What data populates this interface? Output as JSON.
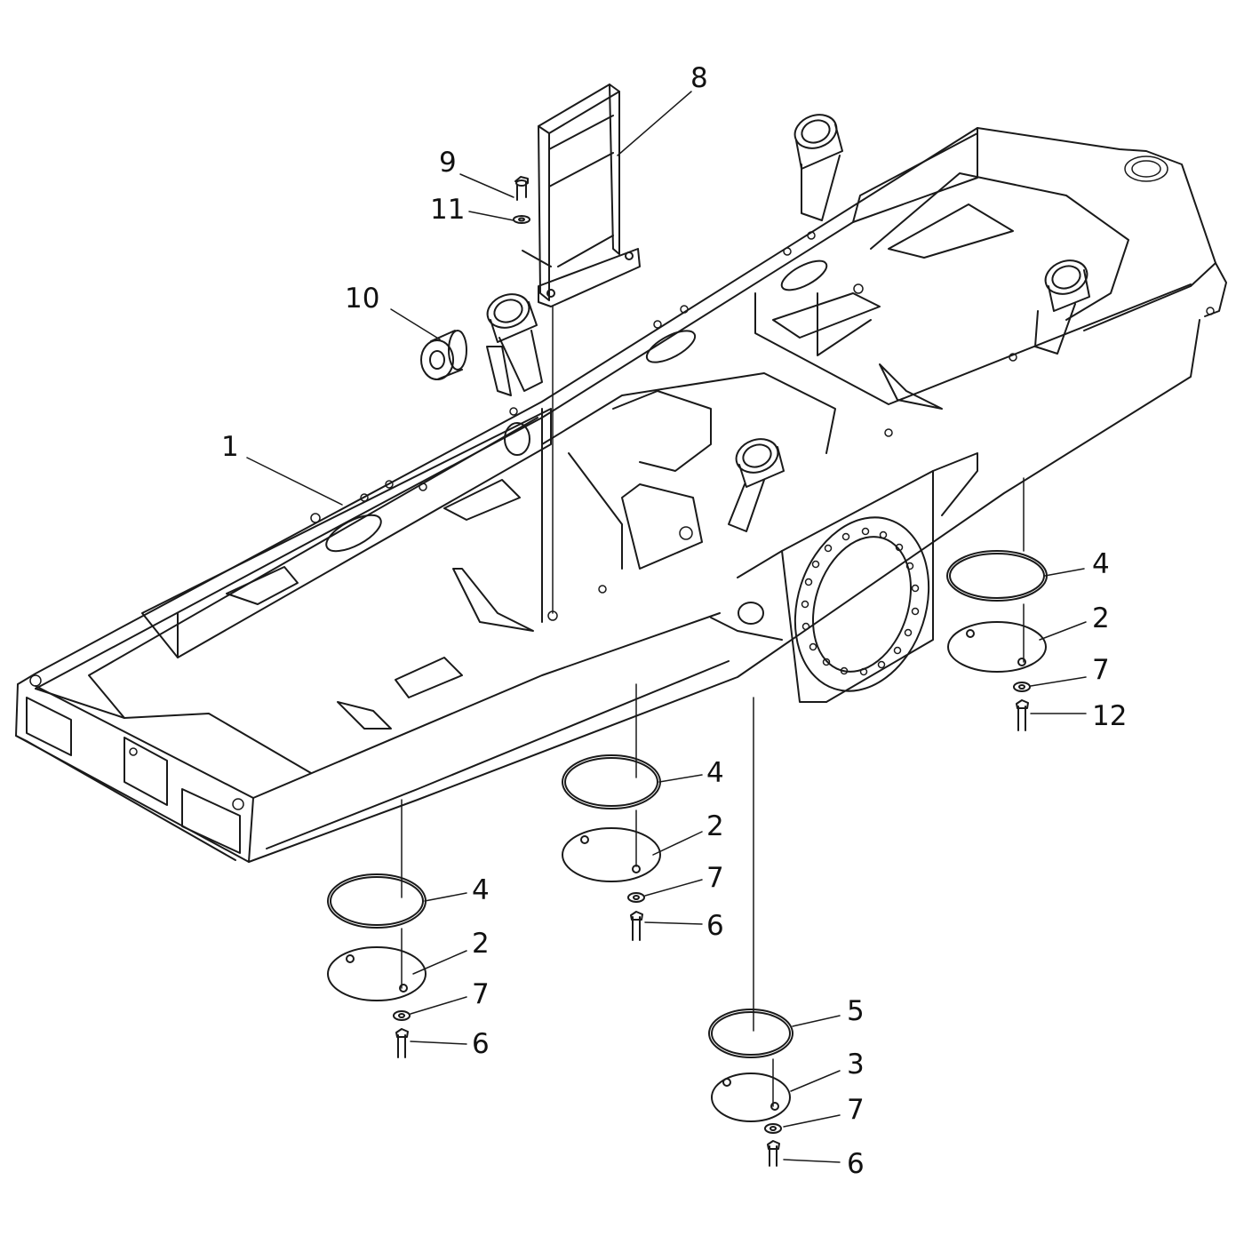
{
  "callouts": [
    {
      "id": "c1",
      "text": "1"
    },
    {
      "id": "c8",
      "text": "8"
    },
    {
      "id": "c9",
      "text": "9"
    },
    {
      "id": "c11",
      "text": "11"
    },
    {
      "id": "c10",
      "text": "10"
    },
    {
      "id": "c4a",
      "text": "4"
    },
    {
      "id": "c2a",
      "text": "2"
    },
    {
      "id": "c7a",
      "text": "7"
    },
    {
      "id": "c12",
      "text": "12"
    },
    {
      "id": "c4b",
      "text": "4"
    },
    {
      "id": "c2b",
      "text": "2"
    },
    {
      "id": "c7b",
      "text": "7"
    },
    {
      "id": "c6b",
      "text": "6"
    },
    {
      "id": "c4c",
      "text": "4"
    },
    {
      "id": "c2c",
      "text": "2"
    },
    {
      "id": "c7c",
      "text": "7"
    },
    {
      "id": "c6c",
      "text": "6"
    },
    {
      "id": "c5",
      "text": "5"
    },
    {
      "id": "c3",
      "text": "3"
    },
    {
      "id": "c7d",
      "text": "7"
    },
    {
      "id": "c6d",
      "text": "6"
    }
  ],
  "colors": {
    "line": "#1a1a1a",
    "background": "#ffffff"
  }
}
